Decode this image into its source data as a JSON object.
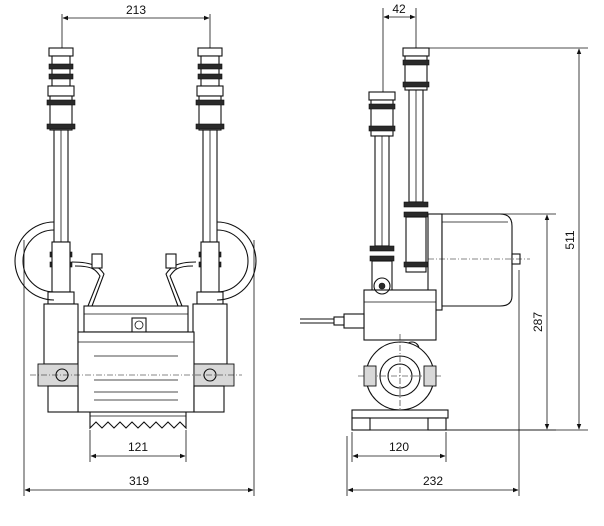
{
  "figure": {
    "front_view": {
      "dim_top": "213",
      "dim_mid": "121",
      "dim_bottom": "319"
    },
    "side_view": {
      "dim_top": "42",
      "dim_mid": "120",
      "dim_bottom": "232",
      "dim_height_total": "511",
      "dim_height_vessel": "287"
    }
  },
  "colors": {
    "line": "#111111",
    "fill": "#ffffff",
    "band": "#2a2a2a"
  }
}
